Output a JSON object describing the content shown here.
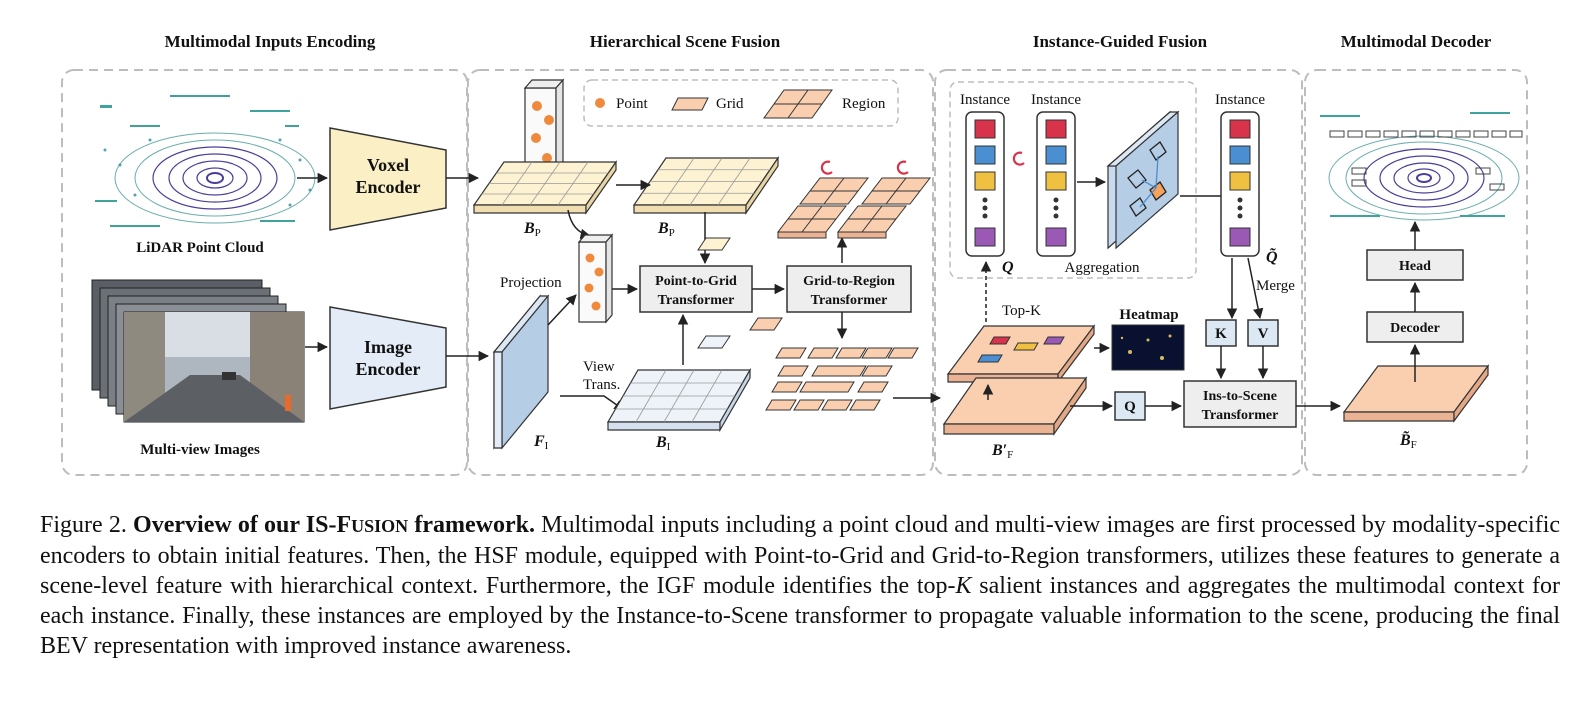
{
  "sections": {
    "encoding": "Multimodal Inputs Encoding",
    "hsf": "Hierarchical Scene Fusion",
    "igf": "Instance-Guided Fusion",
    "decoder": "Multimodal Decoder"
  },
  "encoding": {
    "lidar_label": "LiDAR Point Cloud",
    "images_label": "Multi-view Images",
    "voxel_encoder": [
      "Voxel",
      "Encoder"
    ],
    "image_encoder": [
      "Image",
      "Encoder"
    ]
  },
  "legend": {
    "point": "Point",
    "grid": "Grid",
    "region": "Region"
  },
  "hsf": {
    "projection": "Projection",
    "view_trans": [
      "View",
      "Trans."
    ],
    "p2g": [
      "Point-to-Grid",
      "Transformer"
    ],
    "g2r": [
      "Grid-to-Region",
      "Transformer"
    ],
    "b_p": "B",
    "b_p_sub": "P",
    "f_i": "F",
    "f_i_sub": "I",
    "b_i": "B",
    "b_i_sub": "I"
  },
  "igf": {
    "instance": "Instance",
    "aggregation": "Aggregation",
    "topk": "Top-K",
    "heatmap": "Heatmap",
    "merge": "Merge",
    "q_label": "Q",
    "q_tilde": "Q̃",
    "k": "K",
    "v": "V",
    "q_box": "Q",
    "ins2scene": [
      "Ins-to-Scene",
      "Transformer"
    ],
    "b_f_prime": "B′",
    "b_f_prime_sub": "F"
  },
  "decoder": {
    "head": "Head",
    "decoder": "Decoder",
    "b_f_tilde": "B̃",
    "b_f_tilde_sub": "F"
  },
  "caption": {
    "fig": "Figure 2.",
    "title_a": "Overview of our IS-F",
    "title_sc": "USION",
    "title_b": " framework.",
    "body_1": " Multimodal inputs including a point cloud and multi-view images are first processed by modality-specific encoders to obtain initial features. Then, the HSF module, equipped with Point-to-Grid and Grid-to-Region transformers, utilizes these features to generate a scene-level feature with hierarchical context. Furthermore, the IGF module identifies the top-",
    "k": "K",
    "body_2": " salient instances and aggregates the multimodal context for each instance. Finally, these instances are employed by the Instance-to-Scene transformer to propagate valuable information to the scene, producing the final BEV representation with improved instance awareness."
  },
  "colors": {
    "voxel_fill": "#fbefc6",
    "image_fill": "#e4edf7",
    "grid_fill": "#fdf3d2",
    "region_fill": "#f9cfb0",
    "feature_blue": "#c9dcef",
    "box_fill": "#eeeeee",
    "kqv_fill": "#dce8f3",
    "point_orange": "#ef8a3c",
    "red": "#d7334a",
    "blue": "#4a8fd2",
    "yellow": "#f0c040",
    "purple": "#9a59b5",
    "dashed": "#bdbdbd"
  }
}
